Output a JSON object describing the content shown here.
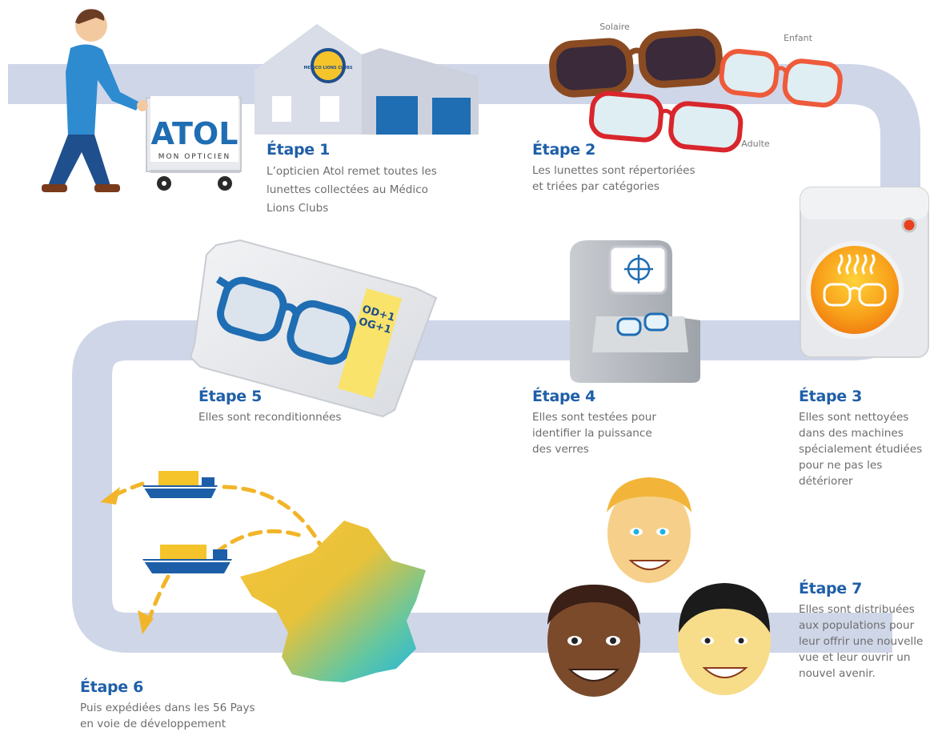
{
  "steps": [
    {
      "title": "Étape 1",
      "text": "L’opticien Atol remet toutes les\nlunettes collectées au Médico\nLions Clubs"
    },
    {
      "title": "Étape 2",
      "text": "Les lunettes sont répertoriées\net triées par catégories"
    },
    {
      "title": "Étape 3",
      "text": "Elles sont nettoyées\ndans des machines\nspécialement étudiées\npour ne pas les\ndétériorer"
    },
    {
      "title": "Étape 4",
      "text": "Elles sont testées pour\nidentifier la puissance\ndes verres"
    },
    {
      "title": "Étape 5",
      "text": "Elles sont reconditionnées"
    },
    {
      "title": "Étape 6",
      "text": "Puis expédiées dans les 56 Pays\nen voie de développement"
    },
    {
      "title": "Étape 7",
      "text": "Elles sont distribuées\naux populations pour\nleur offrir une nouvelle\nvue et leur ouvrir un\nnouvel avenir."
    }
  ],
  "glasses_labels": {
    "sun": "Solaire",
    "child": "Enfant",
    "adult": "Adulte"
  },
  "atol_sign": {
    "brand": "ATOL",
    "tagline": "MON OPTICIEN"
  },
  "building_logo": "MEDICO LIONS CLUBS",
  "package_label": {
    "line1": "OD+1",
    "line2": "OG+1"
  },
  "colors": {
    "path": "#cfd6e8",
    "step_title": "#1f5fa8",
    "body_text": "#6d6d6d",
    "accent_yellow": "#f7c531",
    "ship_blue": "#1d5ea8"
  },
  "icons": [
    "person-pushing-cart-icon",
    "building-icon",
    "glasses-icon",
    "washing-machine-icon",
    "lens-tester-icon",
    "package-icon",
    "ship-icon",
    "france-map-icon",
    "smiling-face-icon"
  ]
}
